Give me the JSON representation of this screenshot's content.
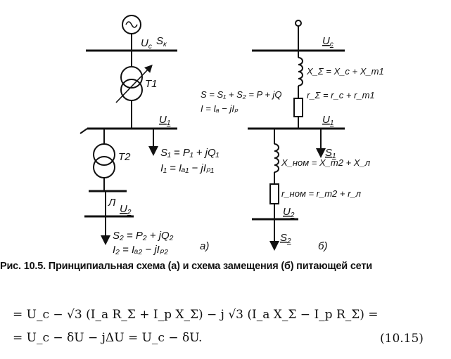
{
  "scheme_a": {
    "bus_top_voltage": "U",
    "bus_top_voltage_sub": "c",
    "bus_top_power": "S",
    "bus_top_power_sub": "к",
    "transformer1": "T1",
    "bus1_voltage": "U",
    "bus1_voltage_sub": "1",
    "load1_power": "S₁ = P₁ + jQ₁",
    "load1_current": "I₁ = Iₐ₁ − jIₚ₁",
    "transformer2": "T2",
    "line": "Л",
    "bus2_voltage": "U",
    "bus2_voltage_sub": "2",
    "load2_power": "S₂ = P₂ + jQ₂",
    "load2_current": "I₂ = Iₐ₂ − jIₚ₂",
    "panel_label": "а)"
  },
  "scheme_b": {
    "bus_top_voltage": "U",
    "bus_top_voltage_sub": "c",
    "reactance_total": "X_Σ = X_c + X_т1",
    "resistance_total": "r_Σ = r_c + r_т1",
    "power_sum": "S = S₁ + S₂ = P + jQ",
    "current_sum": "I = Iₐ − jIₚ",
    "bus1_voltage": "U",
    "bus1_voltage_sub": "1",
    "load1_power": "S",
    "load1_power_sub": "1",
    "reactance_nom": "X_ном = X_т2 + X_л",
    "resistance_nom": "r_ном = r_т2 + r_л",
    "bus2_voltage": "U",
    "bus2_voltage_sub": "2",
    "load2_power": "S",
    "load2_power_sub": "2",
    "panel_label": "б)"
  },
  "caption": "Рис. 10.5. Принципиальная схема (а) и схема замещения (б) питающей сети",
  "equation_line1": "= U_c − √3 (I_a R_Σ + I_p X_Σ) − j √3 (I_a X_Σ − I_p R_Σ) =",
  "equation_line2": "= U_c − δU − jΔU = U_c − δU.",
  "equation_number": "(10.15)"
}
